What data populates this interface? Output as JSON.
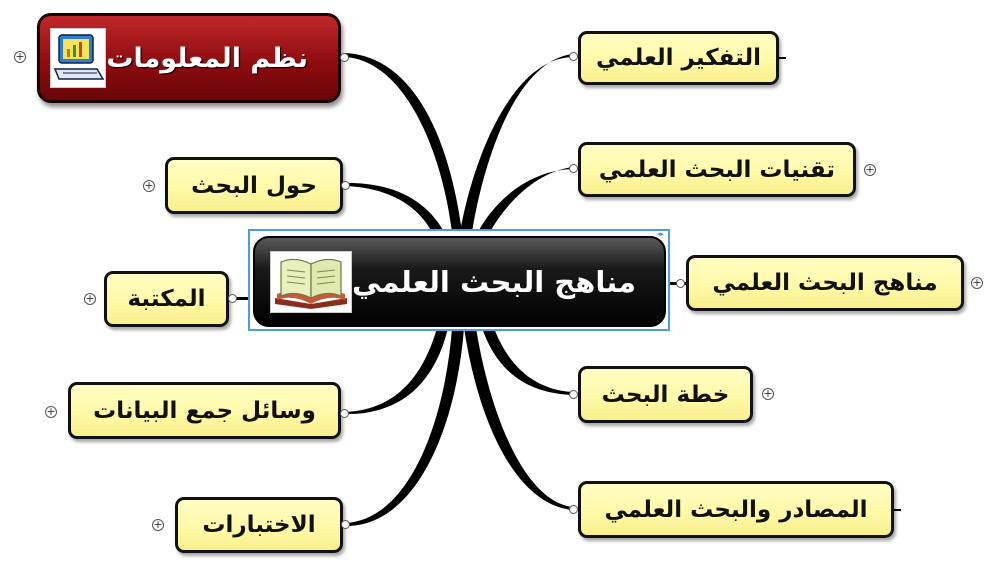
{
  "central_topic": {
    "label": "مناهج البحث العلمي",
    "icon": "open-book-icon",
    "background_color": "#000000",
    "selection_color": "#4a9de0"
  },
  "highlight_topic": {
    "label": "نظم المعلومات",
    "icon": "computer-chart-icon",
    "background_color": "#8e0c10",
    "expander": "+"
  },
  "right_topics": [
    {
      "label": "التفكير العلمي",
      "expander": null
    },
    {
      "label": "تقنيات البحث العلمي",
      "expander": "+"
    },
    {
      "label": "مناهج البحث العلمي",
      "expander": "+"
    },
    {
      "label": "خطة البحث",
      "expander": "+"
    },
    {
      "label": "المصادر والبحث العلمي",
      "expander": null
    }
  ],
  "left_topics": [
    {
      "label": "حول البحث",
      "expander": "+"
    },
    {
      "label": "المكتبة",
      "expander": "+"
    },
    {
      "label": "وسائل جمع البيانات",
      "expander": "+"
    },
    {
      "label": "الاختبارات",
      "expander": "+"
    }
  ],
  "colors": {
    "topic_fill": "#fff9a6",
    "topic_border": "#111111",
    "connector": "#000000",
    "background": "#ffffff"
  }
}
